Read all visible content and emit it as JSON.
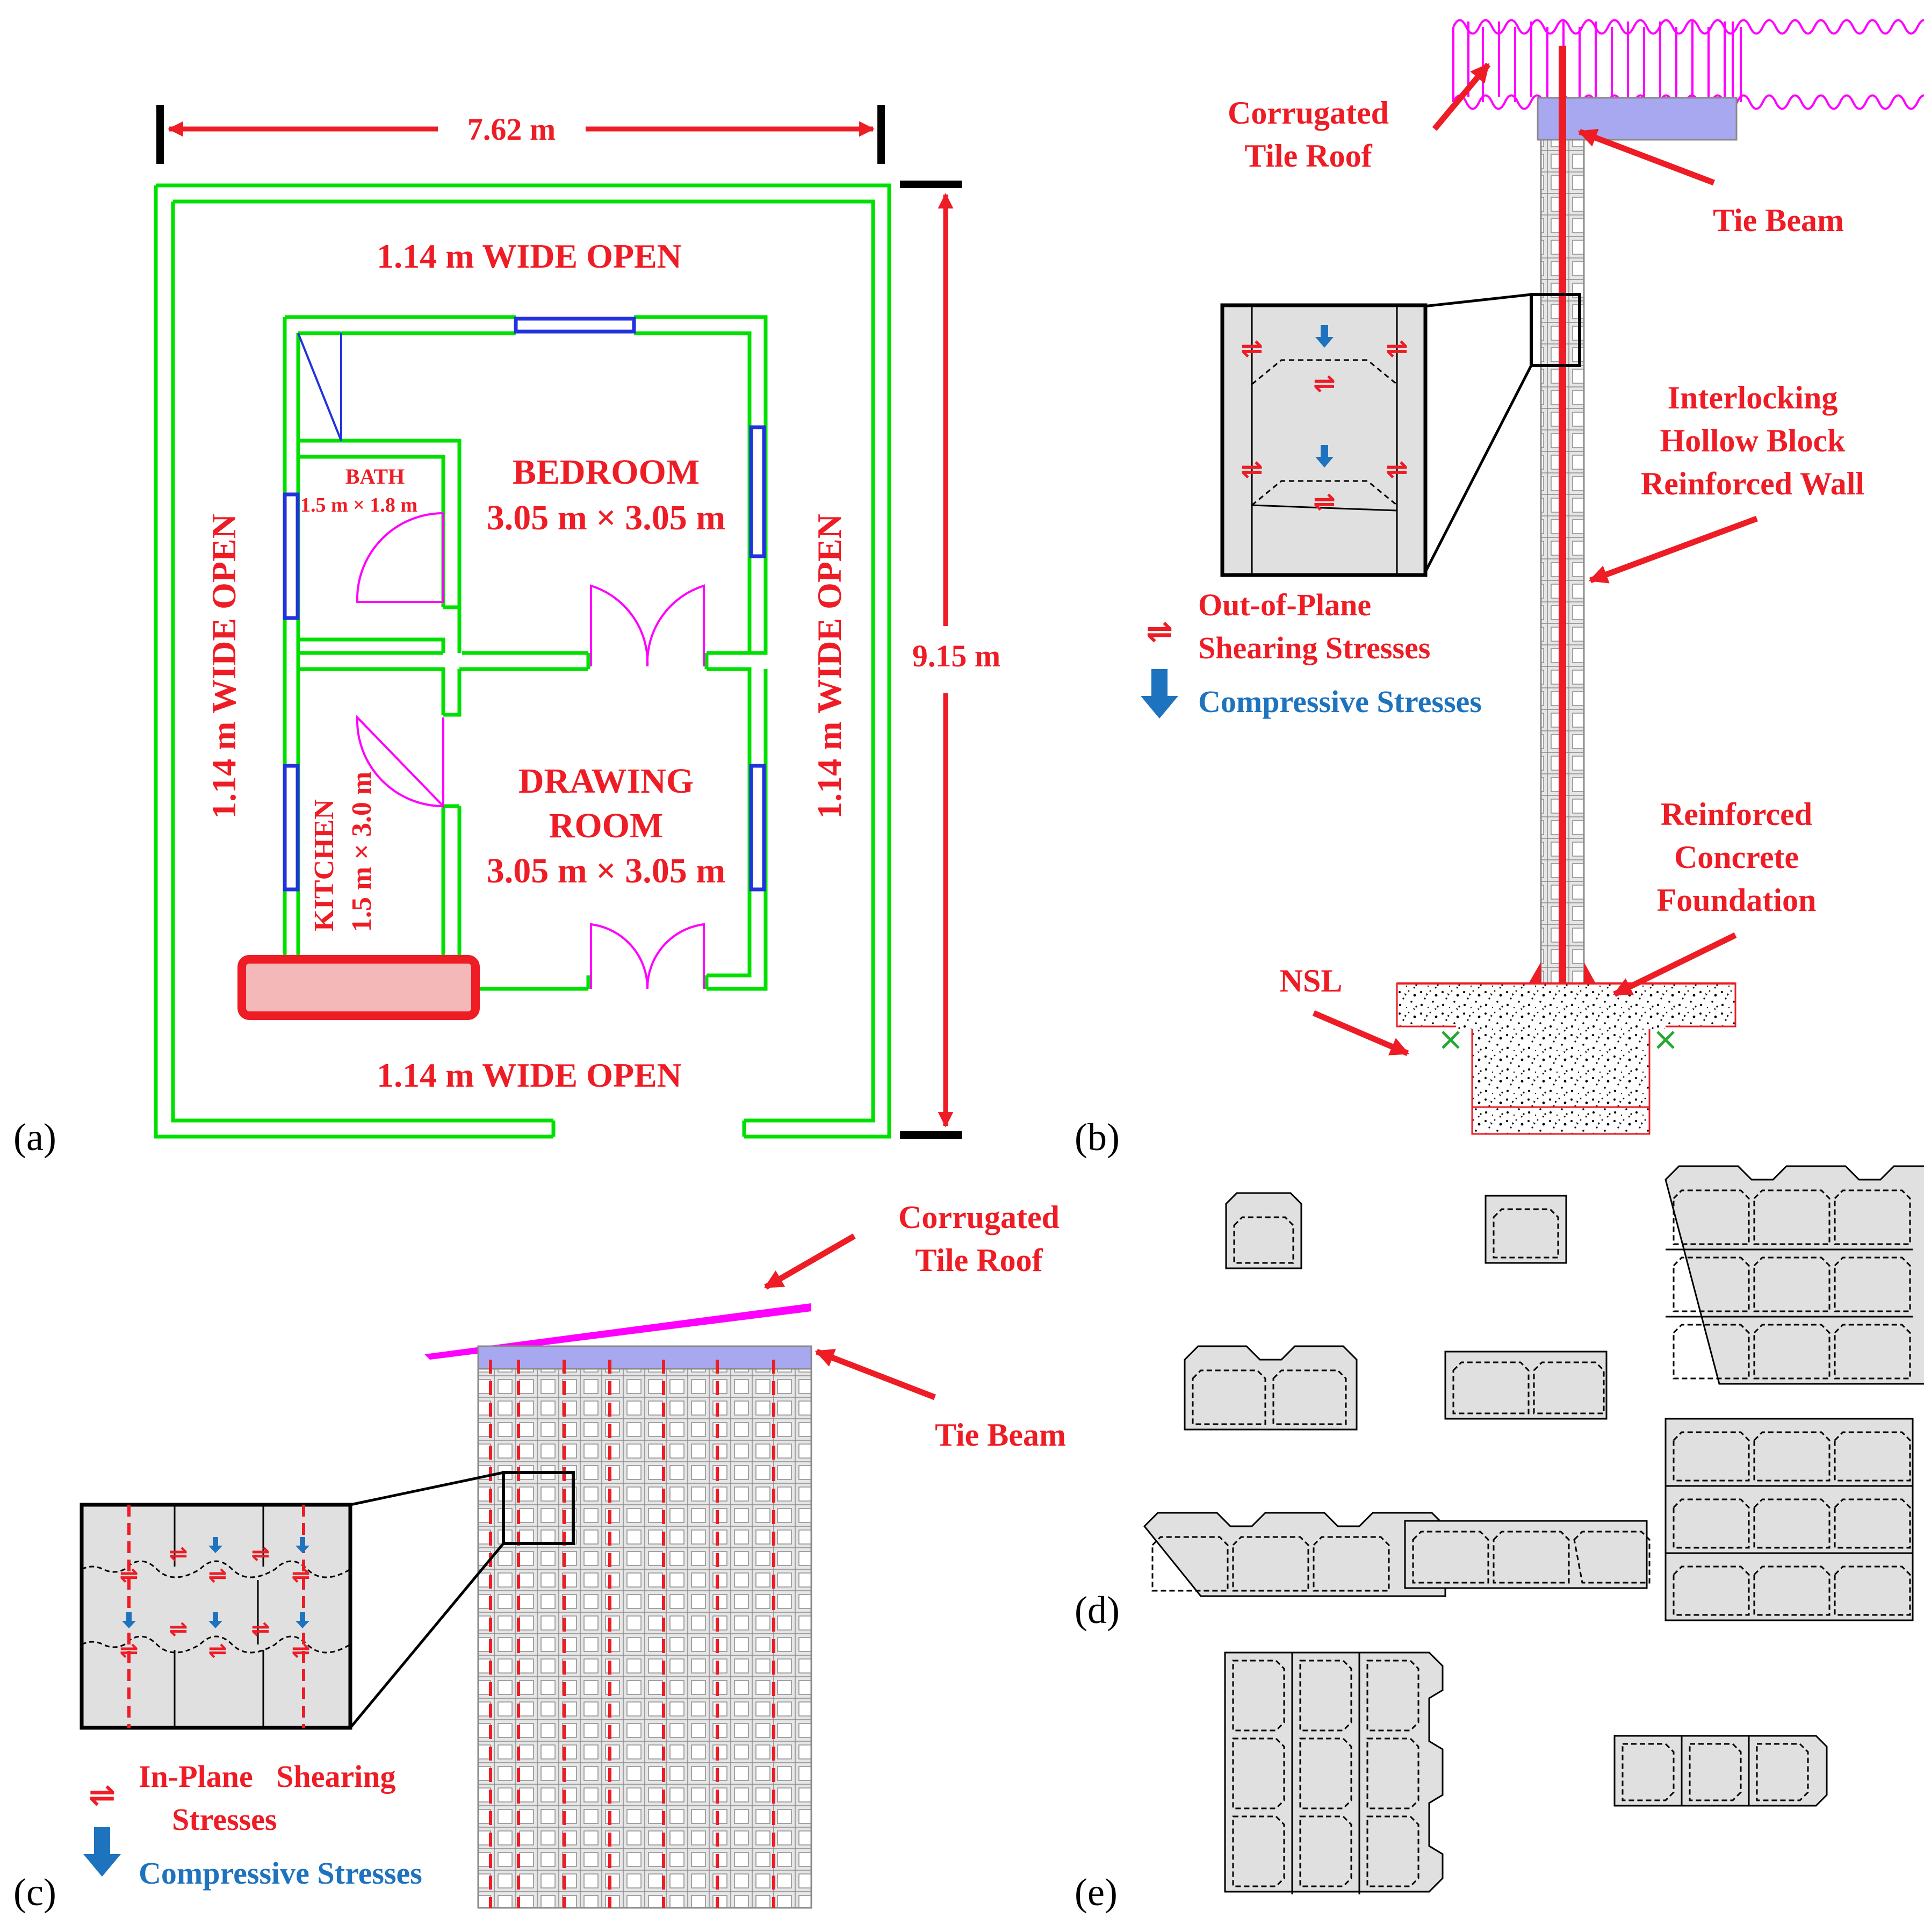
{
  "colors": {
    "red": "#ee1c25",
    "blue": "#1e73be",
    "green": "#00e000",
    "magenta": "#ff00ff",
    "window_blue": "#2233dd",
    "beam": "#a8a8f0",
    "block_fill": "#e0e0e0",
    "highlight_fill": "#f4b8b8"
  },
  "panel_a": {
    "label": "(a)",
    "width_dim": "7.62 m",
    "height_dim": "9.15 m",
    "open_top": "1.14 m WIDE OPEN",
    "open_bottom": "1.14 m WIDE OPEN",
    "open_left": "1.14 m WIDE OPEN",
    "open_right": "1.14 m WIDE OPEN",
    "bedroom_name": "BEDROOM",
    "bedroom_size": "3.05 m × 3.05 m",
    "bath_name": "BATH",
    "bath_size": "1.5 m × 1.8 m",
    "drawing_name_1": "DRAWING",
    "drawing_name_2": "ROOM",
    "drawing_size": "3.05 m × 3.05 m",
    "kitchen_name": "KITCHEN",
    "kitchen_size": "1.5 m × 3.0 m"
  },
  "panel_b": {
    "label": "(b)",
    "roof_1": "Corrugated",
    "roof_2": "Tile Roof",
    "tie_beam": "Tie Beam",
    "wall_1": "Interlocking",
    "wall_2": "Hollow Block",
    "wall_3": "Reinforced Wall",
    "legend_shear_1": "Out-of-Plane",
    "legend_shear_2": "Shearing Stresses",
    "legend_comp": "Compressive Stresses",
    "found_1": "Reinforced",
    "found_2": "Concrete",
    "found_3": "Foundation",
    "nsl": "NSL"
  },
  "panel_c": {
    "label": "(c)",
    "roof_1": "Corrugated",
    "roof_2": "Tile Roof",
    "tie_beam": "Tie Beam",
    "legend_shear_1": "In-Plane   Shearing",
    "legend_shear_2": "Stresses",
    "legend_comp": "Compressive Stresses"
  },
  "panel_d": {
    "label": "(d)"
  },
  "panel_e": {
    "label": "(e)"
  }
}
